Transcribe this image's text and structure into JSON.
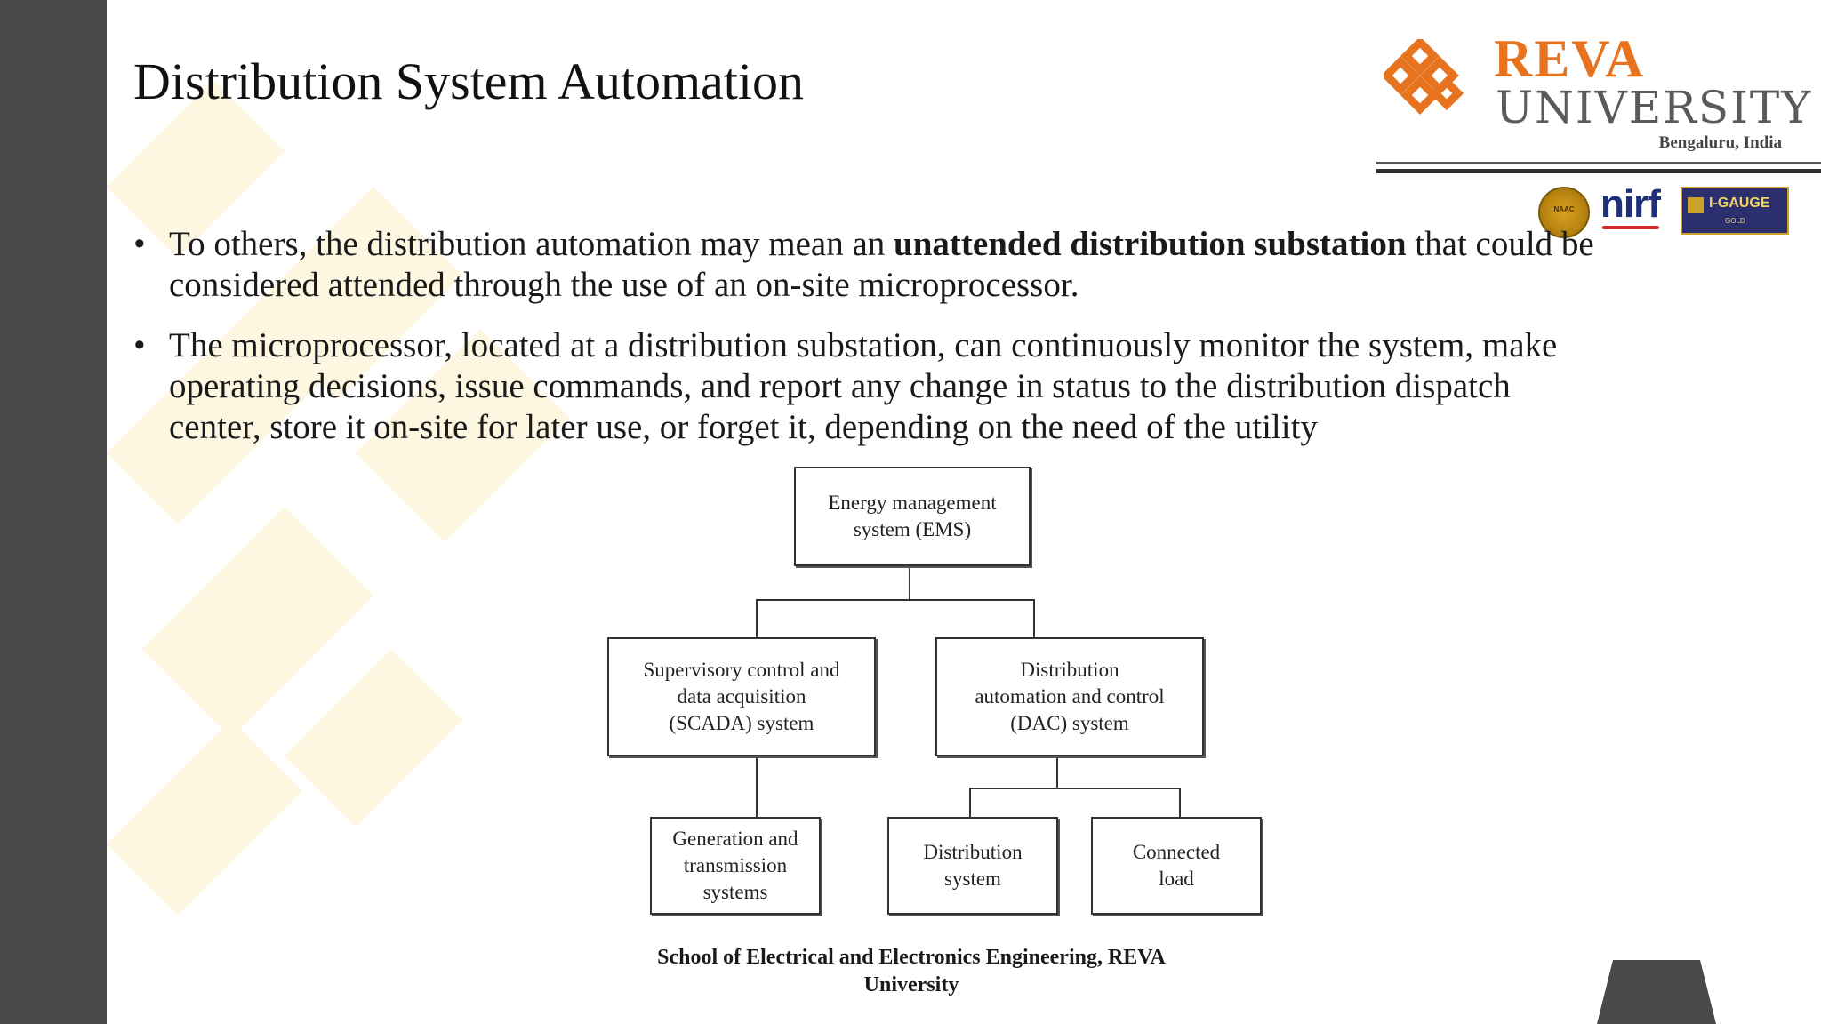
{
  "slide": {
    "title": "Distribution System Automation"
  },
  "logo": {
    "name": "REVA",
    "sub": "UNIVERSITY",
    "location": "Bengaluru, India",
    "badges": {
      "nirf": "nirf",
      "igauge": "I-GAUGE",
      "igauge_level": "GOLD"
    }
  },
  "bullets": [
    {
      "before": "To others, the distribution automation may mean an ",
      "bold": "unattended distribution substation",
      "after": " that could be considered attended through the use of an on-site microprocessor."
    },
    {
      "before": "The microprocessor, located at a distribution substation, can continuously monitor the system, make operating decisions, issue commands, and report any change in status to the distribution dispatch center, store it on-site for later use, or forget it, depending on the need of the utility",
      "bold": "",
      "after": ""
    }
  ],
  "diagram": {
    "ems": "Energy management\nsystem (EMS)",
    "scada": "Supervisory control and\ndata acquisition\n(SCADA) system",
    "dac": "Distribution\nautomation and control\n(DAC) system",
    "gen": "Generation and\ntransmission\nsystems",
    "dist": "Distribution\nsystem",
    "load": "Connected\nload"
  },
  "footer": "School of Electrical and Electronics Engineering, REVA University",
  "colors": {
    "left_bar": "#4a4a4a",
    "brand_orange": "#e8731f",
    "watermark": "#f2c21b"
  }
}
